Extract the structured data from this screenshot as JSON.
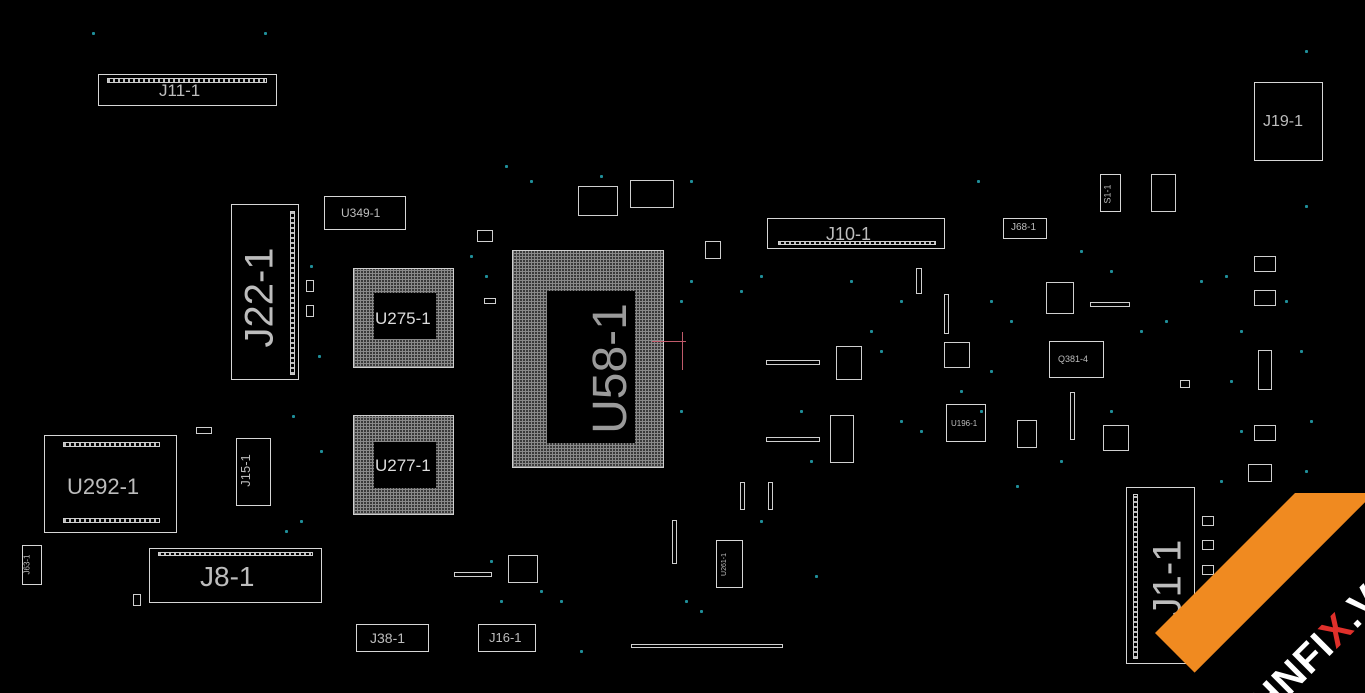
{
  "colors": {
    "background": "#000000",
    "outline": "#d6d6d6",
    "label": "#bdbdbd",
    "via": "#1f8f9a",
    "watermark_band": "#f08a20",
    "watermark_accent": "#e0302b"
  },
  "components": {
    "j11": "J11-1",
    "j22": "J22-1",
    "u275": "U275-1",
    "u277": "U277-1",
    "u58": "U58-1",
    "u292": "U292-1",
    "j15": "J15-1",
    "j8": "J8-1",
    "j38": "J38-1",
    "j16": "J16-1",
    "j10": "J10-1",
    "j68": "J68-1",
    "j19": "J19-1",
    "s1": "S1-1",
    "j1": "J1-1",
    "q381": "Q381-4",
    "u196": "U196-1",
    "j63": "J63-1",
    "u349": "U349-1",
    "u261": "U261-1"
  },
  "watermark": {
    "prefix": "HNFI",
    "accent": "X",
    "suffix": ".VN"
  }
}
